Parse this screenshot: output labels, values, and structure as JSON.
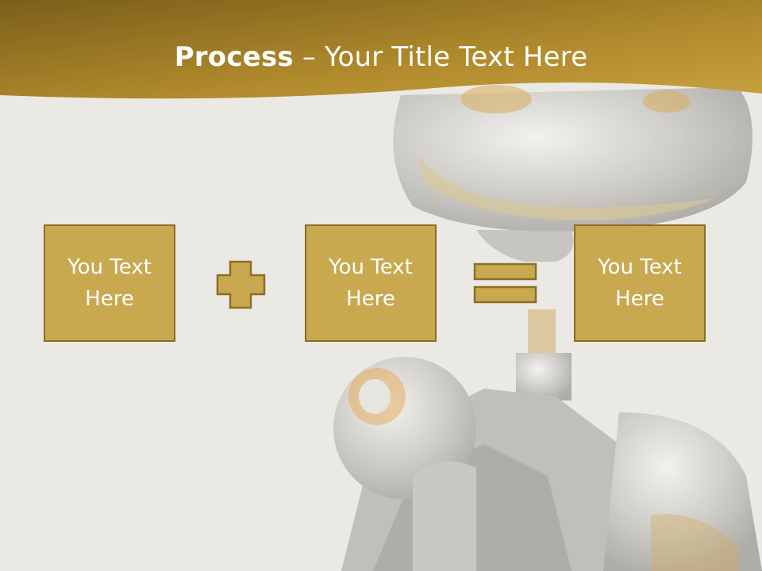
{
  "title": {
    "bold": "Process",
    "rest": " – Your Title Text Here"
  },
  "boxes": [
    {
      "text": "You Text Here"
    },
    {
      "text": "You Text Here"
    },
    {
      "text": "You Text Here"
    }
  ],
  "operators": {
    "plus": "plus-icon",
    "equals": "equals-icon"
  },
  "colors": {
    "banner_dark": "#7b5f1a",
    "banner_light": "#c9a13f",
    "box_fill": "#c9a94f",
    "box_border": "#8c6d23",
    "background": "#ebe9e4"
  }
}
